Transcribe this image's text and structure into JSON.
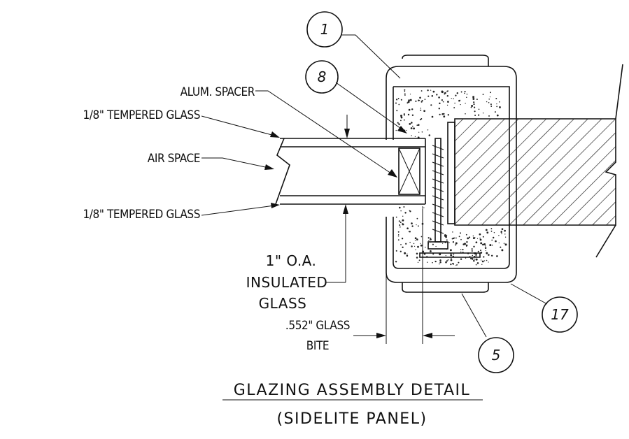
{
  "labels": {
    "alum_spacer": "ALUM. SPACER",
    "tempered_glass_top": "1/8\" TEMPERED GLASS",
    "air_space": "AIR SPACE",
    "tempered_glass_bottom": "1/8\" TEMPERED GLASS",
    "insulated_line1": "1\"  O.A.",
    "insulated_line2": "INSULATED",
    "insulated_line3": "GLASS",
    "glass_bite_line1": ".552\" GLASS",
    "glass_bite_line2": "BITE"
  },
  "callouts": {
    "c1": "1",
    "c8": "8",
    "c17": "17",
    "c5": "5"
  },
  "caption": {
    "title": "GLAZING  ASSEMBLY  DETAIL",
    "subtitle": "(SIDELITE  PANEL)"
  },
  "colors": {
    "ink": "#111111",
    "background": "#ffffff"
  }
}
